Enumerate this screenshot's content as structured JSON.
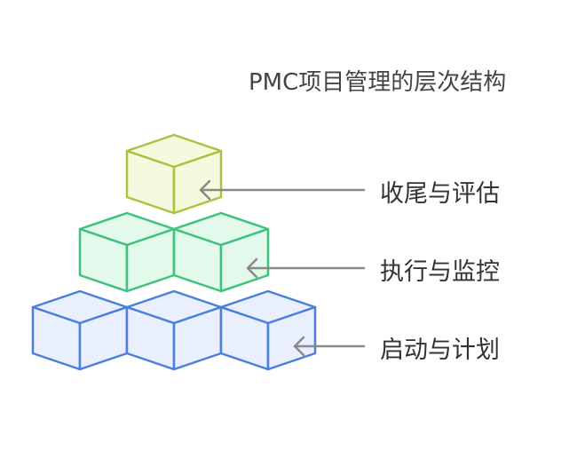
{
  "title": "PMC项目管理的层次结构",
  "levels": [
    {
      "label": "收尾与评估",
      "cubes": 1,
      "stroke": "#a9c23f",
      "fill": "#f5fadf"
    },
    {
      "label": "执行与监控",
      "cubes": 2,
      "stroke": "#3cc27b",
      "fill": "#e3f9ec"
    },
    {
      "label": "启动与计划",
      "cubes": 3,
      "stroke": "#4b7fdb",
      "fill": "#e9effc"
    }
  ],
  "arrow_color": "#8a8a8a"
}
